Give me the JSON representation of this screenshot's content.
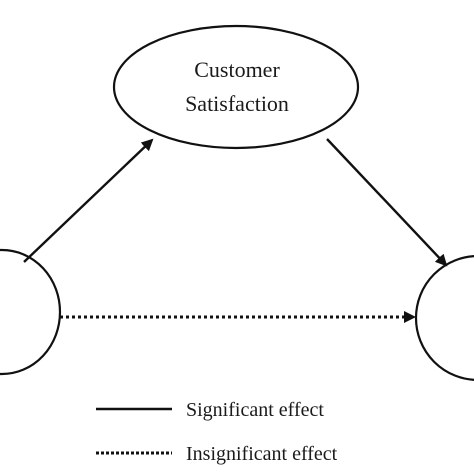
{
  "nodes": {
    "customer_satisfaction": {
      "line1": "Customer",
      "line2": "Satisfaction"
    }
  },
  "legend": {
    "significant": "Significant effect",
    "insignificant": "Insignificant effect"
  },
  "colors": {
    "stroke": "#111111",
    "text": "#1a1a1a",
    "background": "#ffffff"
  }
}
